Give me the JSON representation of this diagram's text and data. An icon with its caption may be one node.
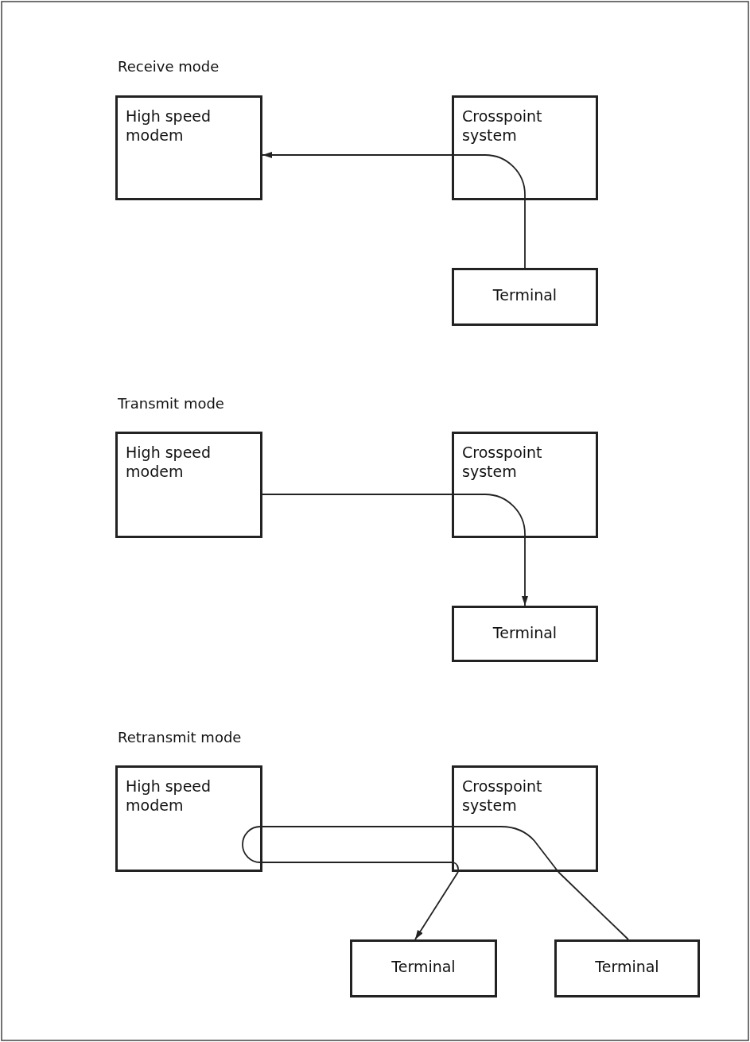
{
  "diagram": {
    "nodes": [
      {
        "text": [
          "High speed modem"
        ]
      },
      {
        "text": [
          "Crosspoint system"
        ]
      },
      {
        "text": [
          "Terminal"
        ]
      },
      {
        "text": [
          "High speed modem"
        ]
      },
      {
        "text": [
          "Crosspoint system"
        ]
      },
      {
        "text": [
          "Terminal"
        ]
      },
      {
        "text": [
          "High speed modem"
        ]
      },
      {
        "text": [
          "Crosspoint system"
        ]
      },
      {
        "text": [
          "Terminal"
        ]
      },
      {
        "text": [
          "Terminal"
        ]
      }
    ],
    "edges": [
      {
        "from": 2,
        "to": 1,
        "arrow": "none"
      },
      {
        "from": 1,
        "to": 0,
        "arrow": "to"
      },
      {
        "from": 3,
        "to": 4,
        "arrow": "none"
      },
      {
        "from": 4,
        "to": 5,
        "arrow": "to"
      },
      {
        "from": 9,
        "to": 7,
        "arrow": "none"
      },
      {
        "from": 7,
        "to": 6,
        "arrow": "none"
      },
      {
        "from": 6,
        "to": 7,
        "arrow": "none"
      },
      {
        "from": 7,
        "to": 8,
        "arrow": "to"
      }
    ],
    "labels": [
      "Receive mode",
      "Transmit mode",
      "Retransmit mode"
    ]
  }
}
